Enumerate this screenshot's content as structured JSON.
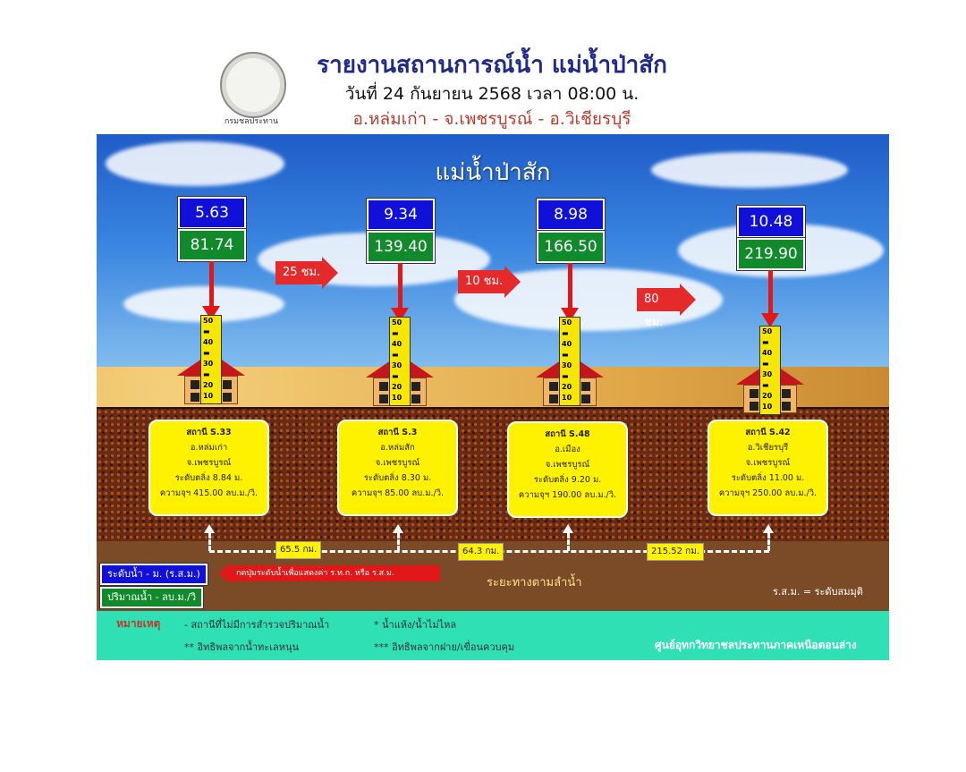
{
  "header": {
    "org_name": "กรมชลประทาน",
    "title": "รายงานสถานการณ์น้ำ แม่น้ำป่าสัก",
    "date_line": "วันที่ 24 กันยายน 2568 เวลา 08:00 น.",
    "route": "อ.หล่มเก่า - จ.เพชรบูรณ์ - อ.วิเชียรบุรี"
  },
  "river_title": "แม่น้ำป่าสัก",
  "stations": [
    {
      "level": "5.63",
      "flow": "81.74",
      "name": "สถานี S.33",
      "district": "อ.หล่มเก่า",
      "province": "จ.เพชรบูรณ์",
      "bank_level": "ระดับตลิ่ง 8.84 ม.",
      "capacity": "ความจุฯ 415.00 ลบ.ม./วิ."
    },
    {
      "level": "9.34",
      "flow": "139.40",
      "name": "สถานี S.3",
      "district": "อ.หล่มสัก",
      "province": "จ.เพชรบูรณ์",
      "bank_level": "ระดับตลิ่ง 8.30 ม.",
      "capacity": "ความจุฯ 85.00 ลบ.ม./วิ."
    },
    {
      "level": "8.98",
      "flow": "166.50",
      "name": "สถานี S.48",
      "district": "อ.เมือง",
      "province": "จ.เพชรบูรณ์",
      "bank_level": "ระดับตลิ่ง 9.20 ม.",
      "capacity": "ความจุฯ 190.00 ลบ.ม./วิ."
    },
    {
      "level": "10.48",
      "flow": "219.90",
      "name": "สถานี S.42",
      "district": "อ.วิเชียรบุรี",
      "province": "จ.เพชรบูรณ์",
      "bank_level": "ระดับตลิ่ง 11.00 ม.",
      "capacity": "ความจุฯ 250.00 ลบ.ม./วิ."
    }
  ],
  "travel_times": [
    "25 ชม.",
    "10 ชม.",
    "80 ชม."
  ],
  "distances": [
    "65.5 กม.",
    "64.3 กม.",
    "215.52 กม."
  ],
  "gauge_ticks": [
    "50",
    "40",
    "30",
    "20",
    "10"
  ],
  "key": {
    "level_label": "ระดับน้ำ - ม. (ร.ส.ม.)",
    "flow_label": "ปริมาณน้ำ - ลบ.ม./วิ",
    "click_hint": "กดปุ่มระดับน้ำเพื่อแสดงค่า ร.ท.ก. หรือ ร.ส.ม.",
    "along_river": "ระยะทางตามลำน้ำ",
    "rsm_note": "ร.ส.ม. = ระดับสมมุติ"
  },
  "legend": {
    "note_label": "หมายเหตุ",
    "item1": "-  สถานีที่ไม่มีการสำรวจปริมาณน้ำ",
    "item2": "*   น้ำแห้ง/น้ำไม่ไหล",
    "item3": "** อิทธิพลจากน้ำทะเลหนุน",
    "item4": "*** อิทธิพลจากฝาย/เขื่อนควบคุม",
    "center": "ศูนย์อุทกวิทยาชลประทานภาคเหนือตอนล่าง"
  },
  "colors": {
    "level_box": "#1010d8",
    "flow_box": "#108a2a",
    "station_box": "#fff200",
    "arrow": "#e01818",
    "legend_band": "#2fe0b5"
  }
}
